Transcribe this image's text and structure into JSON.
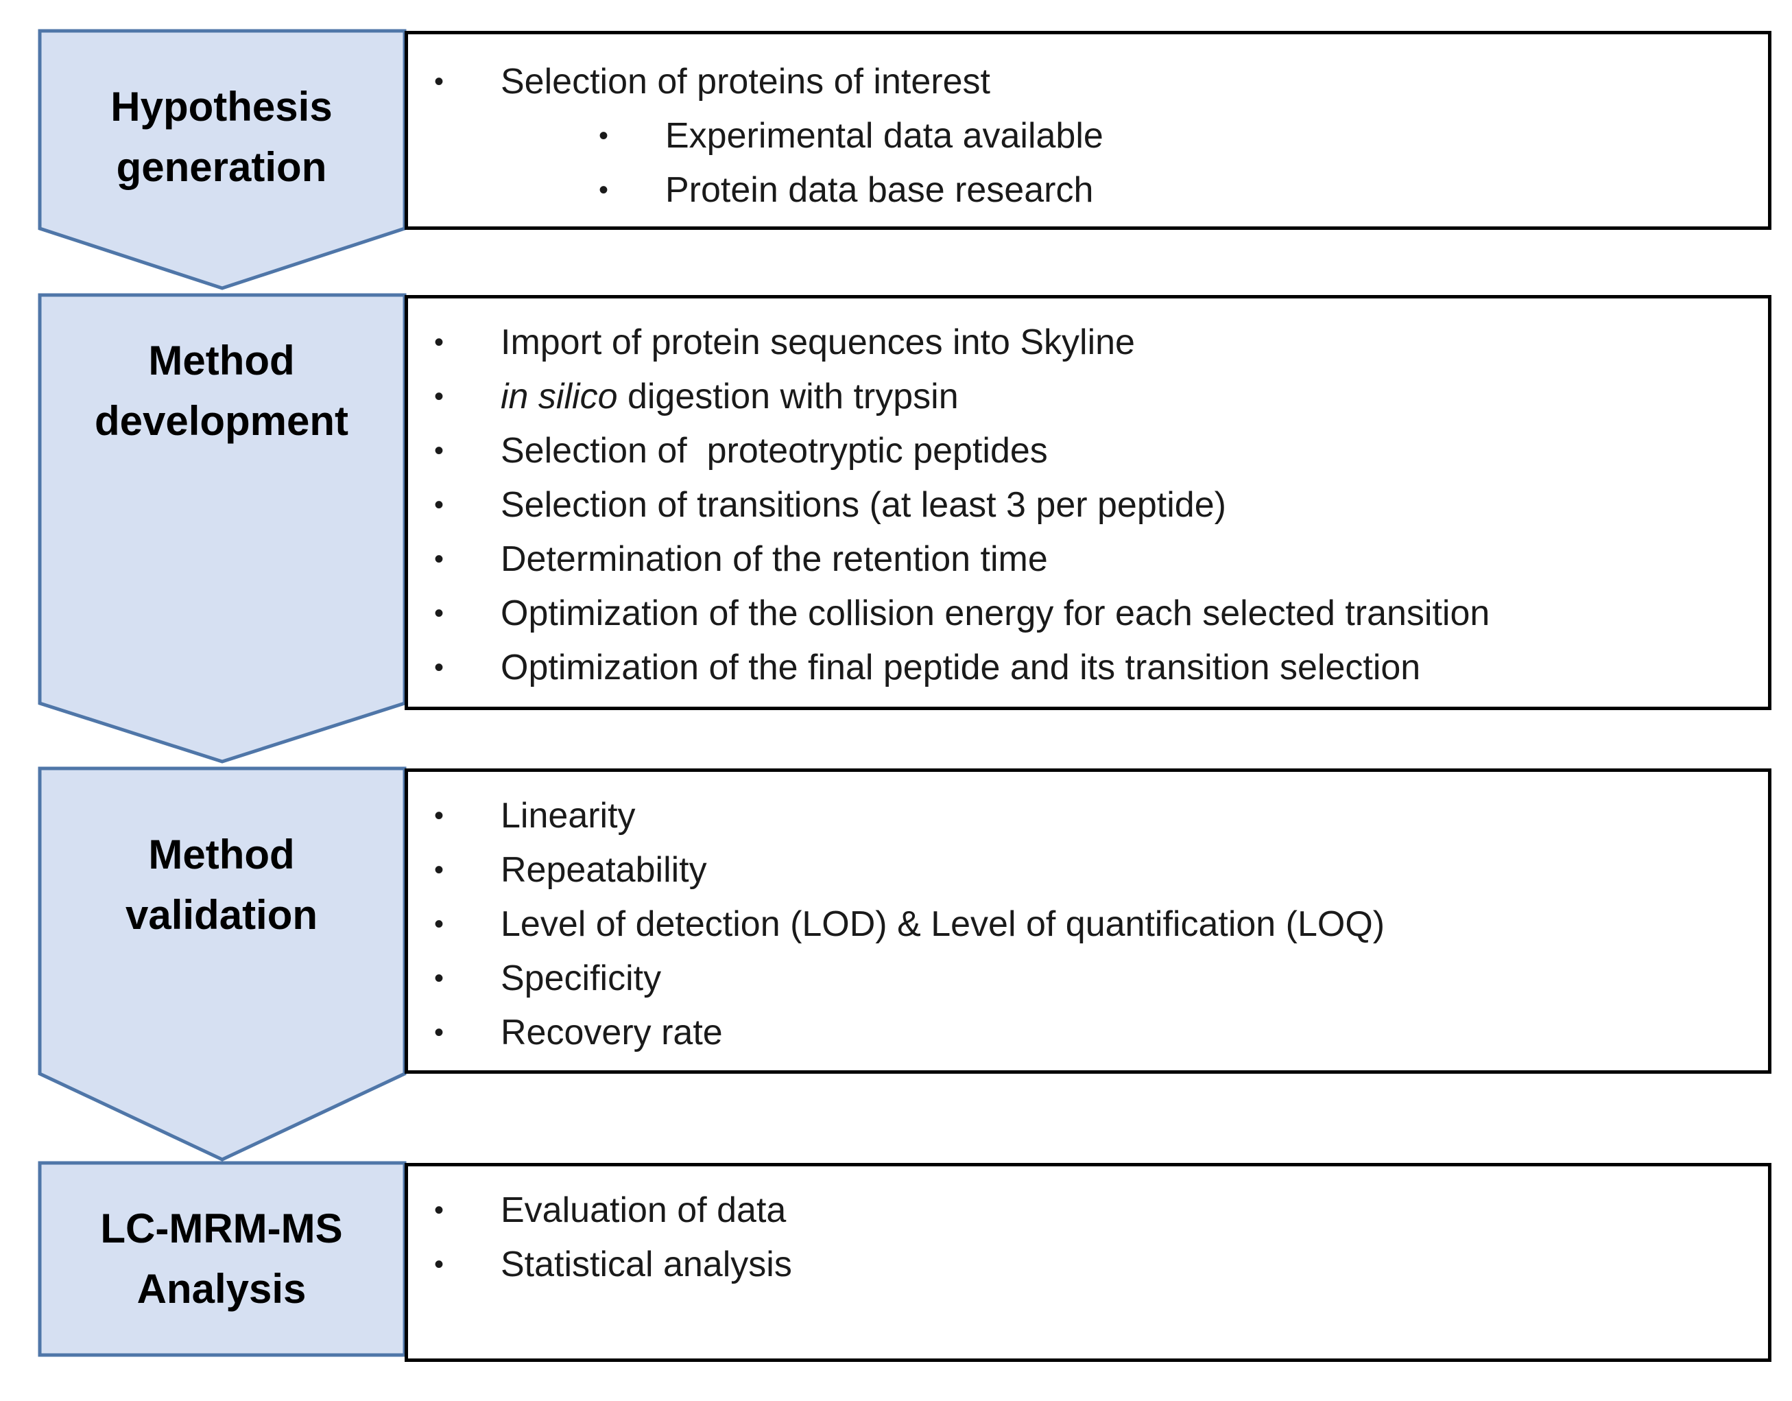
{
  "colors": {
    "stage_fill": "#d6e0f2",
    "stage_stroke": "#4f76a8",
    "box_border": "#000000",
    "text": "#1a1a1a"
  },
  "stages": [
    {
      "label_lines": [
        "Hypothesis",
        "generation"
      ],
      "items": [
        {
          "text": "Selection of proteins of interest"
        },
        {
          "text": "Experimental data available",
          "sub": true
        },
        {
          "text": "Protein data base research",
          "sub": true
        }
      ]
    },
    {
      "label_lines": [
        "Method",
        "development"
      ],
      "items": [
        {
          "text": "Import of protein sequences into Skyline"
        },
        {
          "italic": "in silico",
          "text": " digestion with trypsin"
        },
        {
          "text": "Selection of  proteotryptic peptides"
        },
        {
          "text": "Selection of transitions (at least 3 per peptide)"
        },
        {
          "text": "Determination of the retention time"
        },
        {
          "text": "Optimization of the collision energy for each selected transition"
        },
        {
          "text": "Optimization of the final peptide and its transition selection"
        }
      ]
    },
    {
      "label_lines": [
        "Method",
        "validation"
      ],
      "items": [
        {
          "text": "Linearity"
        },
        {
          "text": "Repeatability"
        },
        {
          "text": "Level of detection (LOD) & Level of quantification (LOQ)"
        },
        {
          "text": "Specificity"
        },
        {
          "text": "Recovery rate"
        }
      ]
    },
    {
      "label_lines": [
        "LC-MRM-MS",
        "Analysis"
      ],
      "items": [
        {
          "text": "Evaluation of data"
        },
        {
          "text": "Statistical analysis"
        }
      ]
    }
  ]
}
